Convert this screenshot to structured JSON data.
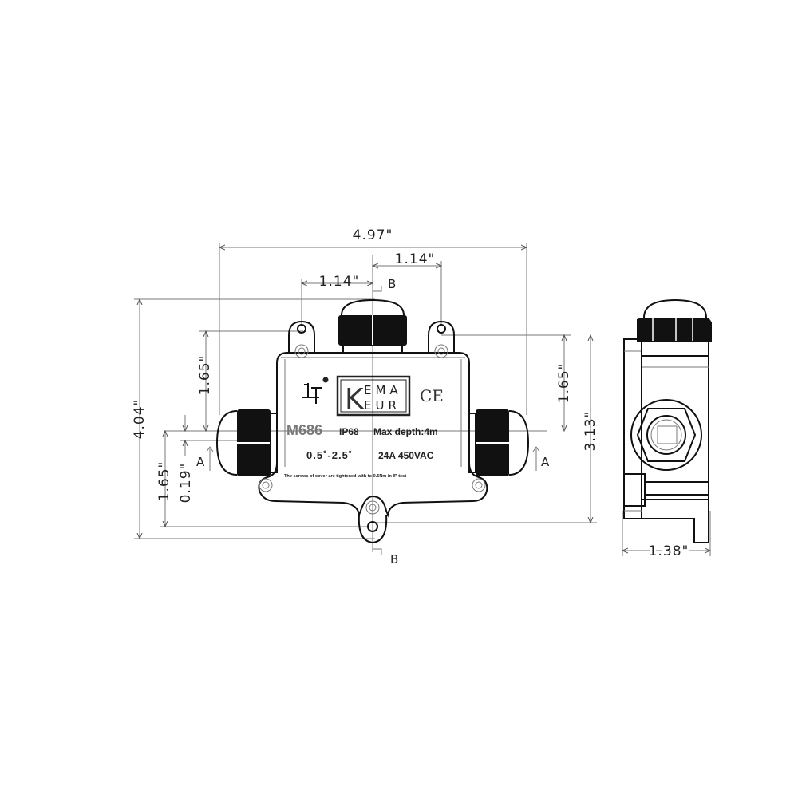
{
  "dimensions": {
    "overall_width": "4.97\"",
    "offset_right": "1.14\"",
    "offset_left": "1.14\"",
    "overall_height": "4.04\"",
    "upper_left": "1.65\"",
    "lower_left": "1.65\"",
    "small_offset": "0.19\"",
    "upper_right": "1.65\"",
    "body_height": "3.13\"",
    "depth": "1.38\""
  },
  "section_labels": {
    "b_top": "B",
    "b_bottom": "B",
    "a_left": "A",
    "a_right": "A"
  },
  "product": {
    "cert_line1": "EMA",
    "cert_line2": "EUR",
    "cert_letter": "K",
    "ce_mark": "CE",
    "model": "M686",
    "ip": "IP68",
    "depth_rating": "Max  depth:4m",
    "cable_range": "0.5˚-2.5˚",
    "rating": "24A  450VAC",
    "note": "The screws of cover are tightened with to 0.5Nm in IP test"
  }
}
